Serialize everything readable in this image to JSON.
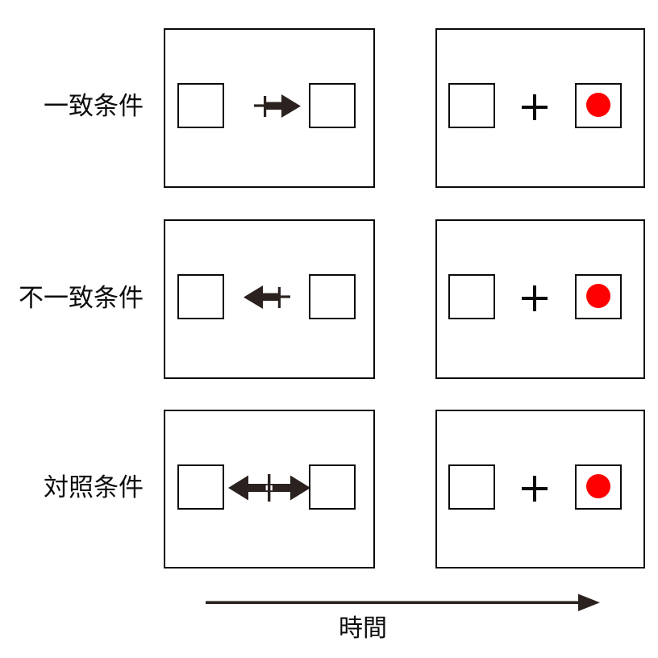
{
  "figure": {
    "type": "diagram",
    "description": "Spatial cueing experiment trial-sequence schematic with three cue conditions",
    "colors": {
      "stroke": "#0a0a0a",
      "arrow": "#2b2220",
      "target": "#ff0000",
      "background": "#ffffff",
      "text": "#0d0d0d"
    }
  },
  "rows": [
    {
      "id": "congruent",
      "label": "一致条件",
      "cue_panel": {
        "left_box": "empty-box",
        "cue": "right-arrow-with-fixation",
        "cue_direction": "right",
        "right_box": "empty-box"
      },
      "target_panel": {
        "left_box": "empty-box",
        "fixation": "+",
        "right_box": "box-with-red-target",
        "target_side": "right"
      }
    },
    {
      "id": "incongruent",
      "label": "不一致条件",
      "cue_panel": {
        "left_box": "empty-box",
        "cue": "left-arrow-with-fixation",
        "cue_direction": "left",
        "right_box": "empty-box"
      },
      "target_panel": {
        "left_box": "empty-box",
        "fixation": "+",
        "right_box": "box-with-red-target",
        "target_side": "right"
      }
    },
    {
      "id": "control",
      "label": "対照条件",
      "cue_panel": {
        "left_box": "empty-box",
        "cue": "double-headed-arrow-with-fixation",
        "cue_direction": "both",
        "right_box": "empty-box"
      },
      "target_panel": {
        "left_box": "empty-box",
        "fixation": "+",
        "right_box": "box-with-red-target",
        "target_side": "right"
      }
    }
  ],
  "time_axis": {
    "label": "時間",
    "direction": "right",
    "icon": "right-arrow-icon"
  },
  "glyphs": {
    "fixation_cross": "+"
  }
}
